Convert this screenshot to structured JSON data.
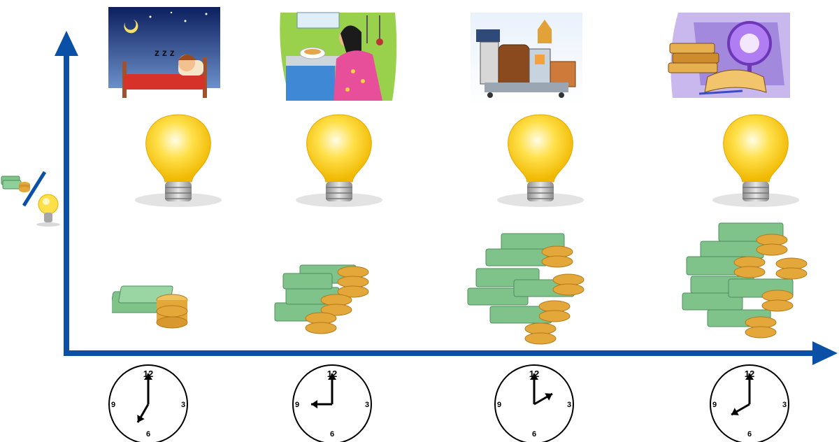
{
  "colors": {
    "axis": "#0B50A7",
    "bulb_glow": "#FFE04A",
    "money_green": "#7FC38B",
    "coin_gold": "#E4A83A",
    "clock_stroke": "#000000"
  },
  "columns": [
    {
      "scene_icon": "sleeping-person-icon",
      "money_level": 1,
      "clock": {
        "hour": 7,
        "minute": 0,
        "labels": {
          "top": "12",
          "right": "3",
          "bottom": "6",
          "left": "9"
        }
      }
    },
    {
      "scene_icon": "cooking-person-icon",
      "money_level": 2,
      "clock": {
        "hour": 9,
        "minute": 0,
        "labels": {
          "top": "12",
          "right": "3",
          "bottom": "6",
          "left": "9"
        }
      }
    },
    {
      "scene_icon": "factory-machinery-icon",
      "money_level": 3,
      "clock": {
        "hour": 2,
        "minute": 0,
        "labels": {
          "top": "12",
          "right": "3",
          "bottom": "6",
          "left": "9"
        }
      }
    },
    {
      "scene_icon": "research-books-icon",
      "money_level": 4,
      "clock": {
        "hour": 8,
        "minute": 0,
        "labels": {
          "top": "12",
          "right": "3",
          "bottom": "6",
          "left": "9"
        }
      }
    }
  ],
  "y_axis_legend": {
    "numerator_icon": "money-icon",
    "denominator_icon": "light-bulb-icon"
  }
}
